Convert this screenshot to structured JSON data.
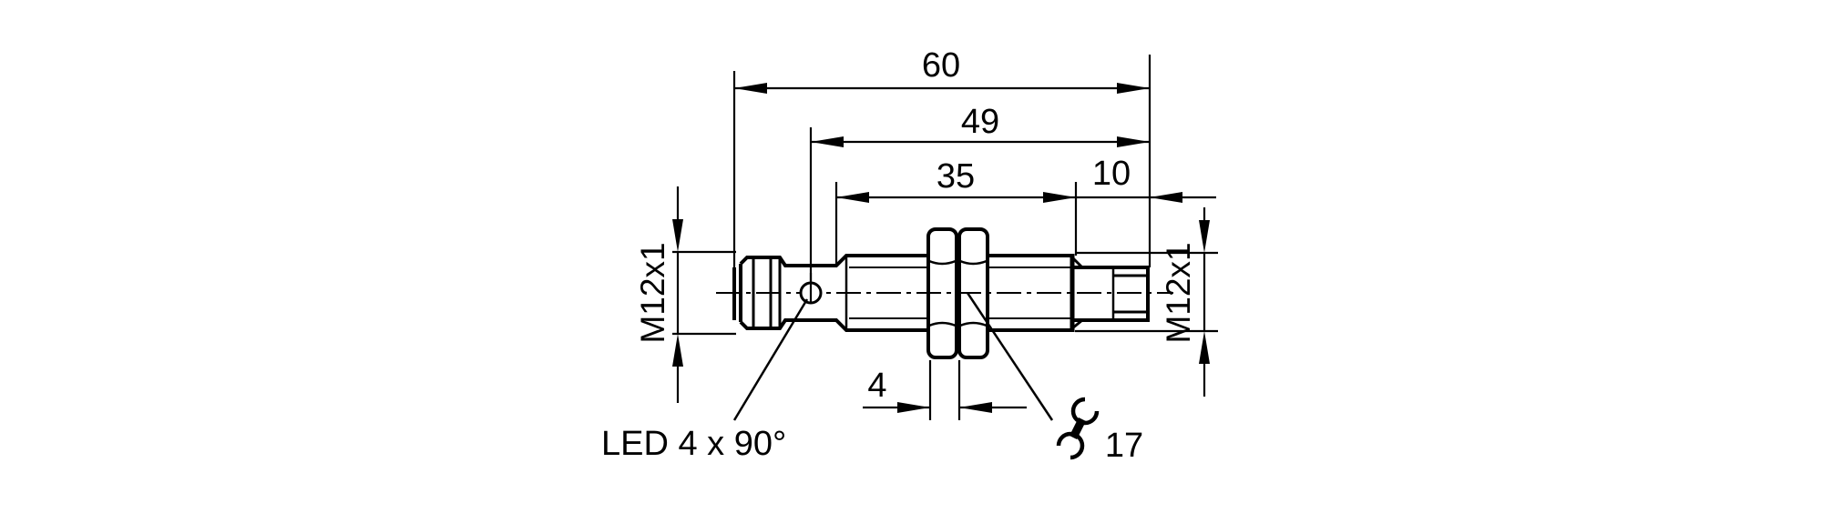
{
  "page": {
    "background": "#ffffff",
    "line_color": "#000000"
  },
  "drawing": {
    "type": "technical-dimension-drawing",
    "subject": "M12 cylindrical sensor side view",
    "labels": {
      "dim_overall": "60",
      "dim_to_led": "49",
      "dim_barrel": "35",
      "dim_tip": "10",
      "dim_nut_width": "4",
      "thread_left": "M12x1",
      "thread_right": "M12x1",
      "led_label": "LED 4 x 90°",
      "wrench_size": "17"
    }
  }
}
